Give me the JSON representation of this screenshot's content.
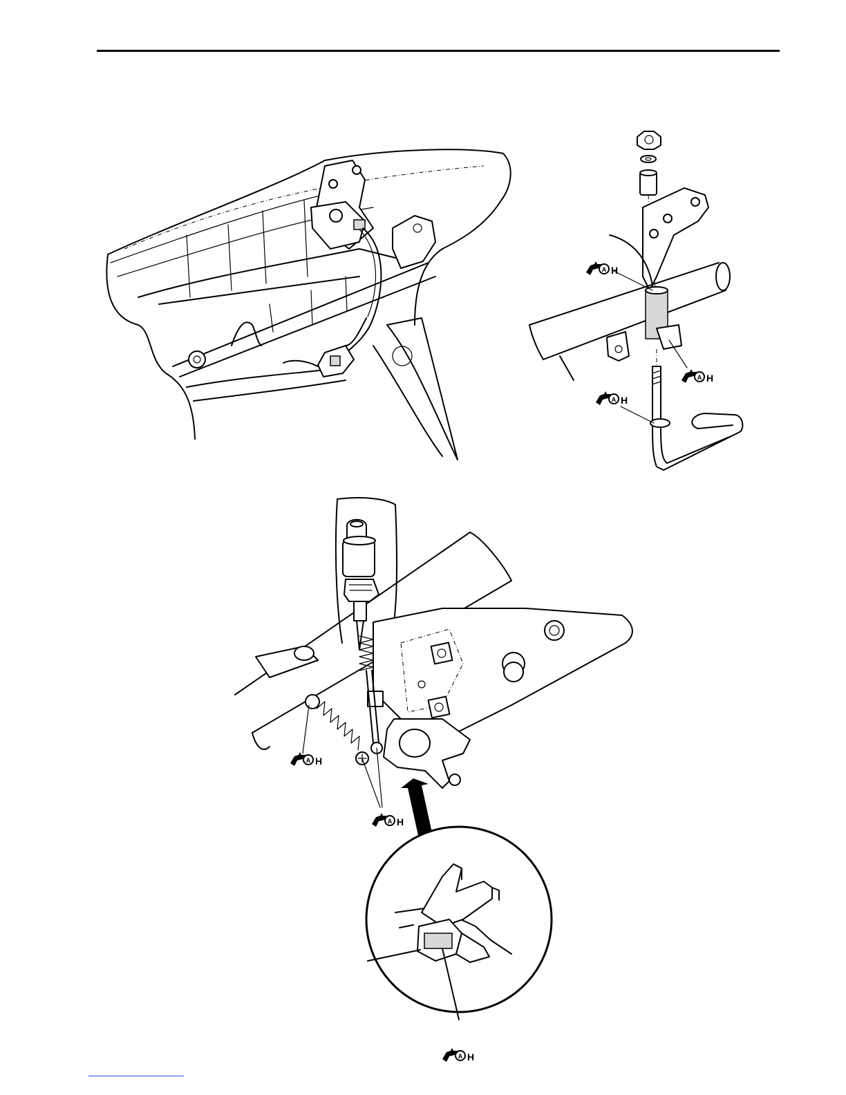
{
  "page": {
    "rule_color": "#000000",
    "link_color": "#2a4fd6"
  },
  "symbols": [
    {
      "name": "grease-symbol-side-stand-pivot",
      "letter": "A",
      "suffix": "H"
    },
    {
      "name": "grease-symbol-side-stand-bracket",
      "letter": "A",
      "suffix": "H"
    },
    {
      "name": "grease-symbol-side-stand-bolt",
      "letter": "A",
      "suffix": "H"
    },
    {
      "name": "grease-symbol-spring-pin",
      "letter": "A",
      "suffix": "H"
    },
    {
      "name": "grease-symbol-switch-screws",
      "letter": "A",
      "suffix": "H"
    },
    {
      "name": "grease-symbol-pivot-detail",
      "letter": "A",
      "suffix": "H"
    }
  ]
}
